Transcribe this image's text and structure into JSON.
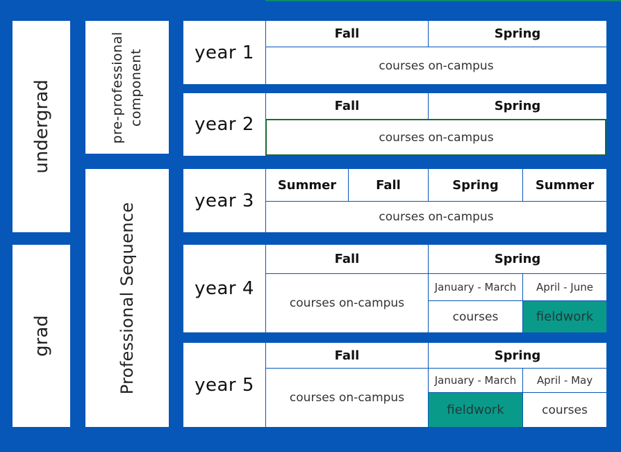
{
  "sidebar": {
    "undergrad": "undergrad",
    "grad": "grad",
    "pre_professional_line1": "pre-professional",
    "pre_professional_line2": "component",
    "professional_sequence": "Professional Sequence"
  },
  "years": [
    {
      "label": "year 1",
      "semesters": [
        "Fall",
        "Spring"
      ],
      "content": "courses on-campus"
    },
    {
      "label": "year 2",
      "semesters": [
        "Fall",
        "Spring"
      ],
      "content": "courses on-campus"
    },
    {
      "label": "year 3",
      "semesters": [
        "Summer",
        "Fall",
        "Spring",
        "Summer"
      ],
      "content": "courses on-campus"
    },
    {
      "label": "year 4",
      "semesters": [
        "Fall",
        "Spring"
      ],
      "fall_content": "courses on-campus",
      "spring_parts": [
        {
          "period": "January - March",
          "content": "courses"
        },
        {
          "period": "April - June",
          "content": "fieldwork"
        }
      ]
    },
    {
      "label": "year 5",
      "semesters": [
        "Fall",
        "Spring"
      ],
      "fall_content": "courses on-campus",
      "spring_parts": [
        {
          "period": "January - March",
          "content": "fieldwork"
        },
        {
          "period": "April - May",
          "content": "courses"
        }
      ]
    }
  ],
  "colors": {
    "background": "#0657b8",
    "fieldwork": "#0a9a8a",
    "panel": "#ffffff"
  }
}
